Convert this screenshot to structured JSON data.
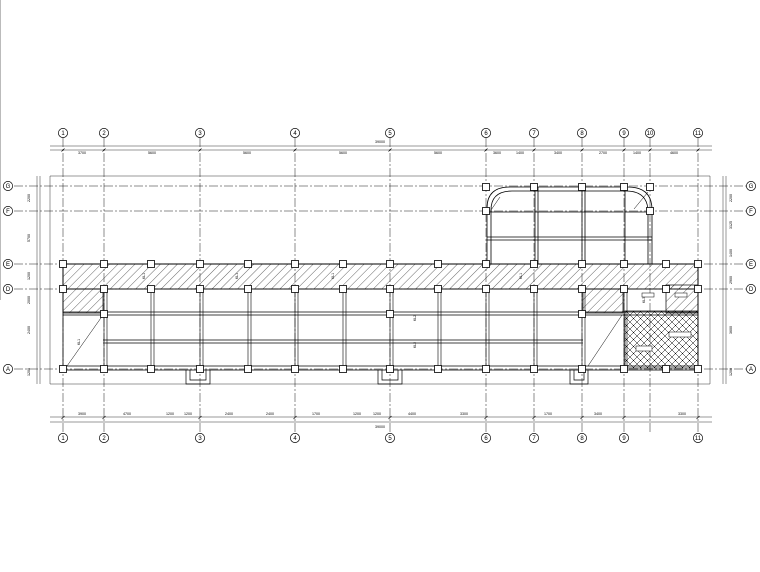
{
  "drawing": {
    "top_axis_labels": [
      "1",
      "2",
      "3",
      "4",
      "5",
      "6",
      "7",
      "8",
      "9",
      "10",
      "11"
    ],
    "bottom_axis_labels": [
      "1",
      "2",
      "3",
      "4",
      "5",
      "6",
      "7",
      "8",
      "9",
      "11"
    ],
    "left_axis_labels": [
      "G",
      "F",
      "E",
      "D",
      "A"
    ],
    "right_axis_labels": [
      "G",
      "F",
      "E",
      "D",
      "A"
    ],
    "top_dims": [
      "3700",
      "5600",
      "5600",
      "5600",
      "5600",
      "3600",
      "1400",
      "3400",
      "2700",
      "1400",
      "4600"
    ],
    "top_total": "39000",
    "bottom_dims": [
      "3900",
      "4700",
      "1200",
      "1200",
      "2400",
      "2400",
      "1700",
      "1200",
      "1200",
      "4400",
      "3300",
      "1700",
      "3400",
      "3300"
    ],
    "bottom_total": "39000",
    "left_dims": [
      "2200",
      "5700",
      "1200",
      "2000",
      "2400",
      "1200"
    ],
    "right_dims": [
      "2200",
      "3125",
      "1400",
      "2900",
      "3600",
      "1200"
    ],
    "beam_labels": [
      "KL1",
      "KL1",
      "KL1",
      "KL1",
      "KL2",
      "KL2",
      "KL1",
      "KL3"
    ]
  }
}
